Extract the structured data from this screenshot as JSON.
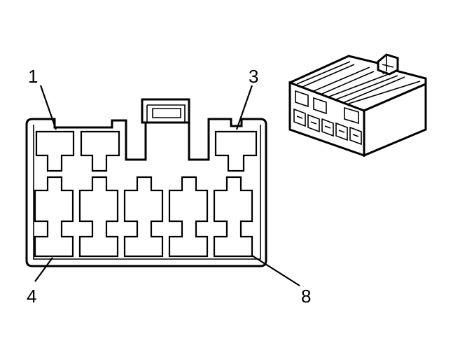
{
  "diagram": {
    "pin_labels": {
      "pin_1": "1",
      "pin_3": "3",
      "pin_4": "4",
      "pin_8": "8"
    }
  }
}
